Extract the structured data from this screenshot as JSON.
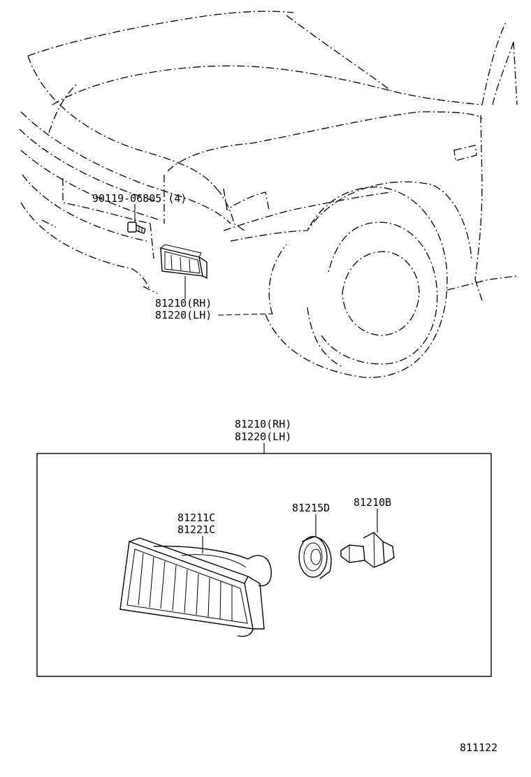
{
  "callouts": {
    "bolt_part": "90119-06805 (4)",
    "lamp_rh_top": "81210(RH)",
    "lamp_lh_top": "81220(LH)",
    "assembly_rh": "81210(RH)",
    "assembly_lh": "81220(LH)",
    "lens_a": "81211C",
    "lens_b": "81221C",
    "socket": "81215D",
    "bulb": "81210B"
  },
  "figure_number": "811122"
}
